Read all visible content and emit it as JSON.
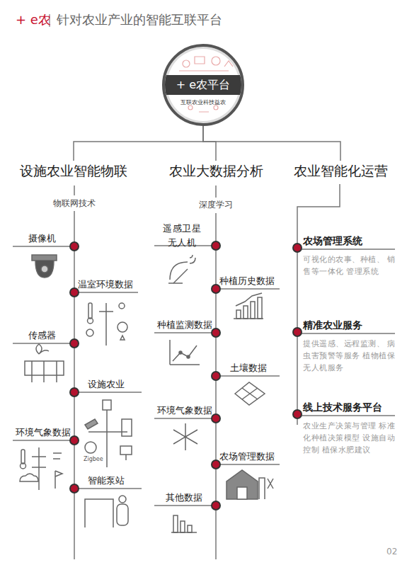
{
  "diagram": {
    "title": "针对农业产业的智能互联平台",
    "nodes": [
      {
        "text": [
          "+ e农平台",
          "互联农业科技益农"
        ]
      },
      {
        "text": [
          "设施农业智能物联"
        ]
      },
      {
        "text": [
          "农业大数据分析"
        ]
      },
      {
        "text": [
          "农业智能化运营"
        ]
      }
    ],
    "edges": [
      {
        "from": 0,
        "to": 1,
        "arrow": "none"
      },
      {
        "from": 0,
        "to": 2,
        "arrow": "none"
      },
      {
        "from": 0,
        "to": 3,
        "arrow": "none"
      }
    ],
    "labels": [
      "+ e农",
      "物联网技术",
      "深度学习",
      "摄像机",
      "温室环境数据",
      "传感器",
      "设施农业",
      "Zigbee",
      "环境气象数据",
      "智能泵站",
      "遥感卫星 无人机",
      "种植历史数据",
      "种植监测数据",
      "土壤数据",
      "环境气象数据",
      "农场管理数据",
      "其他数据",
      "农场管理系统",
      "可视化的农事、种植、 销售等一体化 管理系统",
      "精准农业服务",
      "提供遥感、远程监测、 病虫害预警等服务 植物植保无人机服务",
      "线上技术服务平台",
      "农业生产决策与管理 标准化种植决策模型 设施自动控制 植保水肥建议",
      "02"
    ]
  }
}
